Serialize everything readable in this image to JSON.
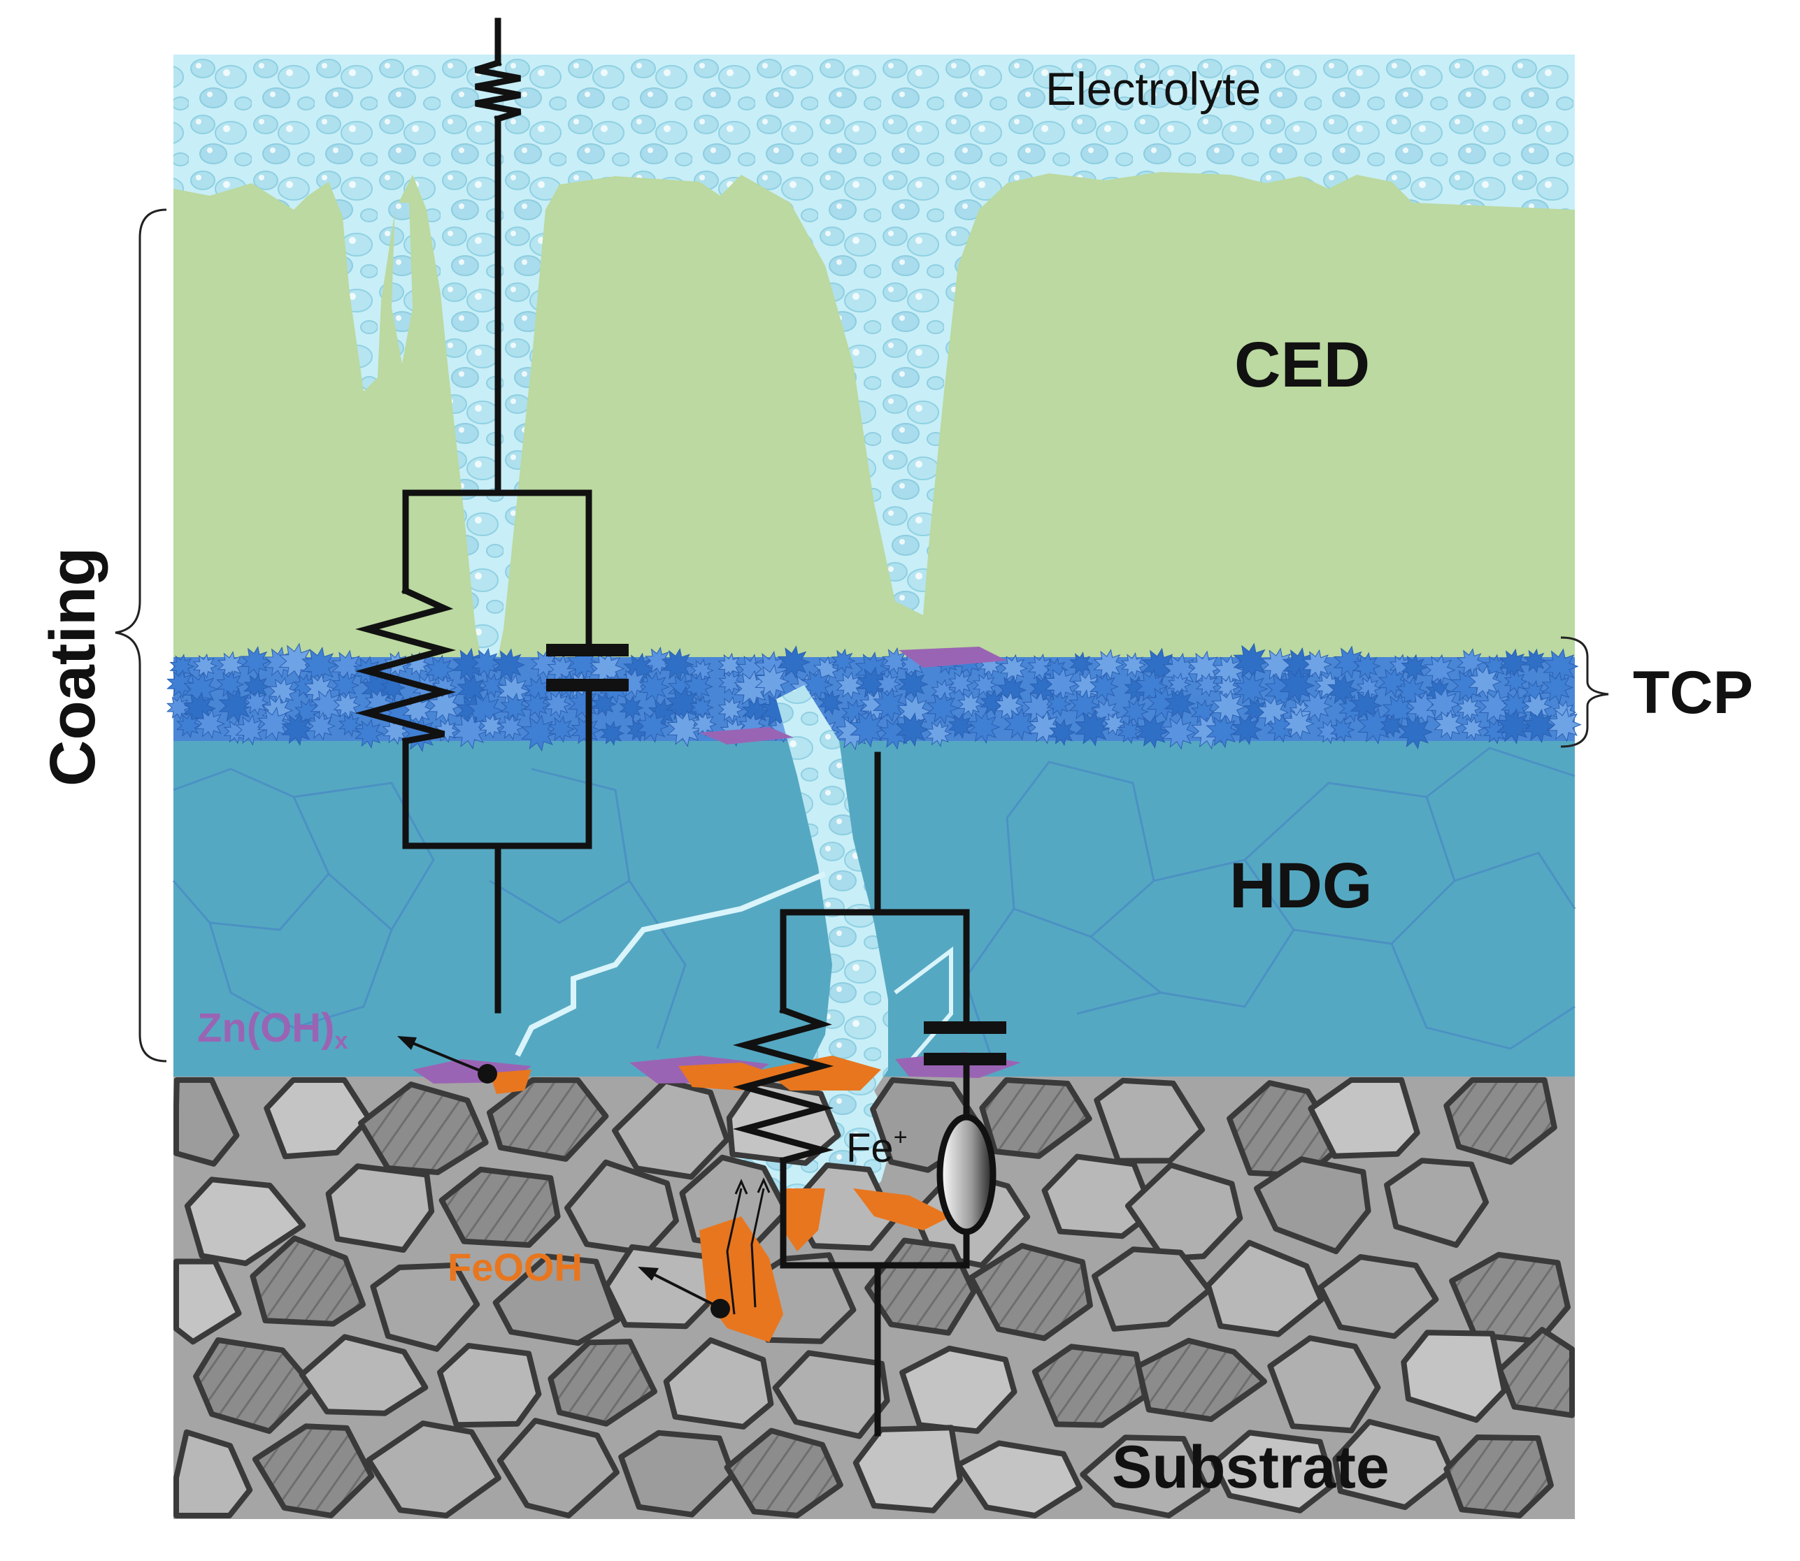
{
  "labels": {
    "electrolyte": "Electrolyte",
    "ced": "CED",
    "tcp": "TCP",
    "hdg": "HDG",
    "coating": "Coating",
    "substrate": "Substrate",
    "zn_main": "Zn(OH)",
    "zn_sub": "x",
    "fe_main": "Fe",
    "fe_sup": "+",
    "feooh": "FeOOH"
  },
  "colors": {
    "electrolyte": "#bfe9f3",
    "ced": "#bbd9a0",
    "tcp": "#4a86d6",
    "hdg": "#55a8c2",
    "substrate": "#9e9e9e",
    "grain_line": "#3a3a3a",
    "zn_hydroxide": "#9a64b4",
    "feooh": "#e8761e",
    "circuit": "#111111"
  }
}
